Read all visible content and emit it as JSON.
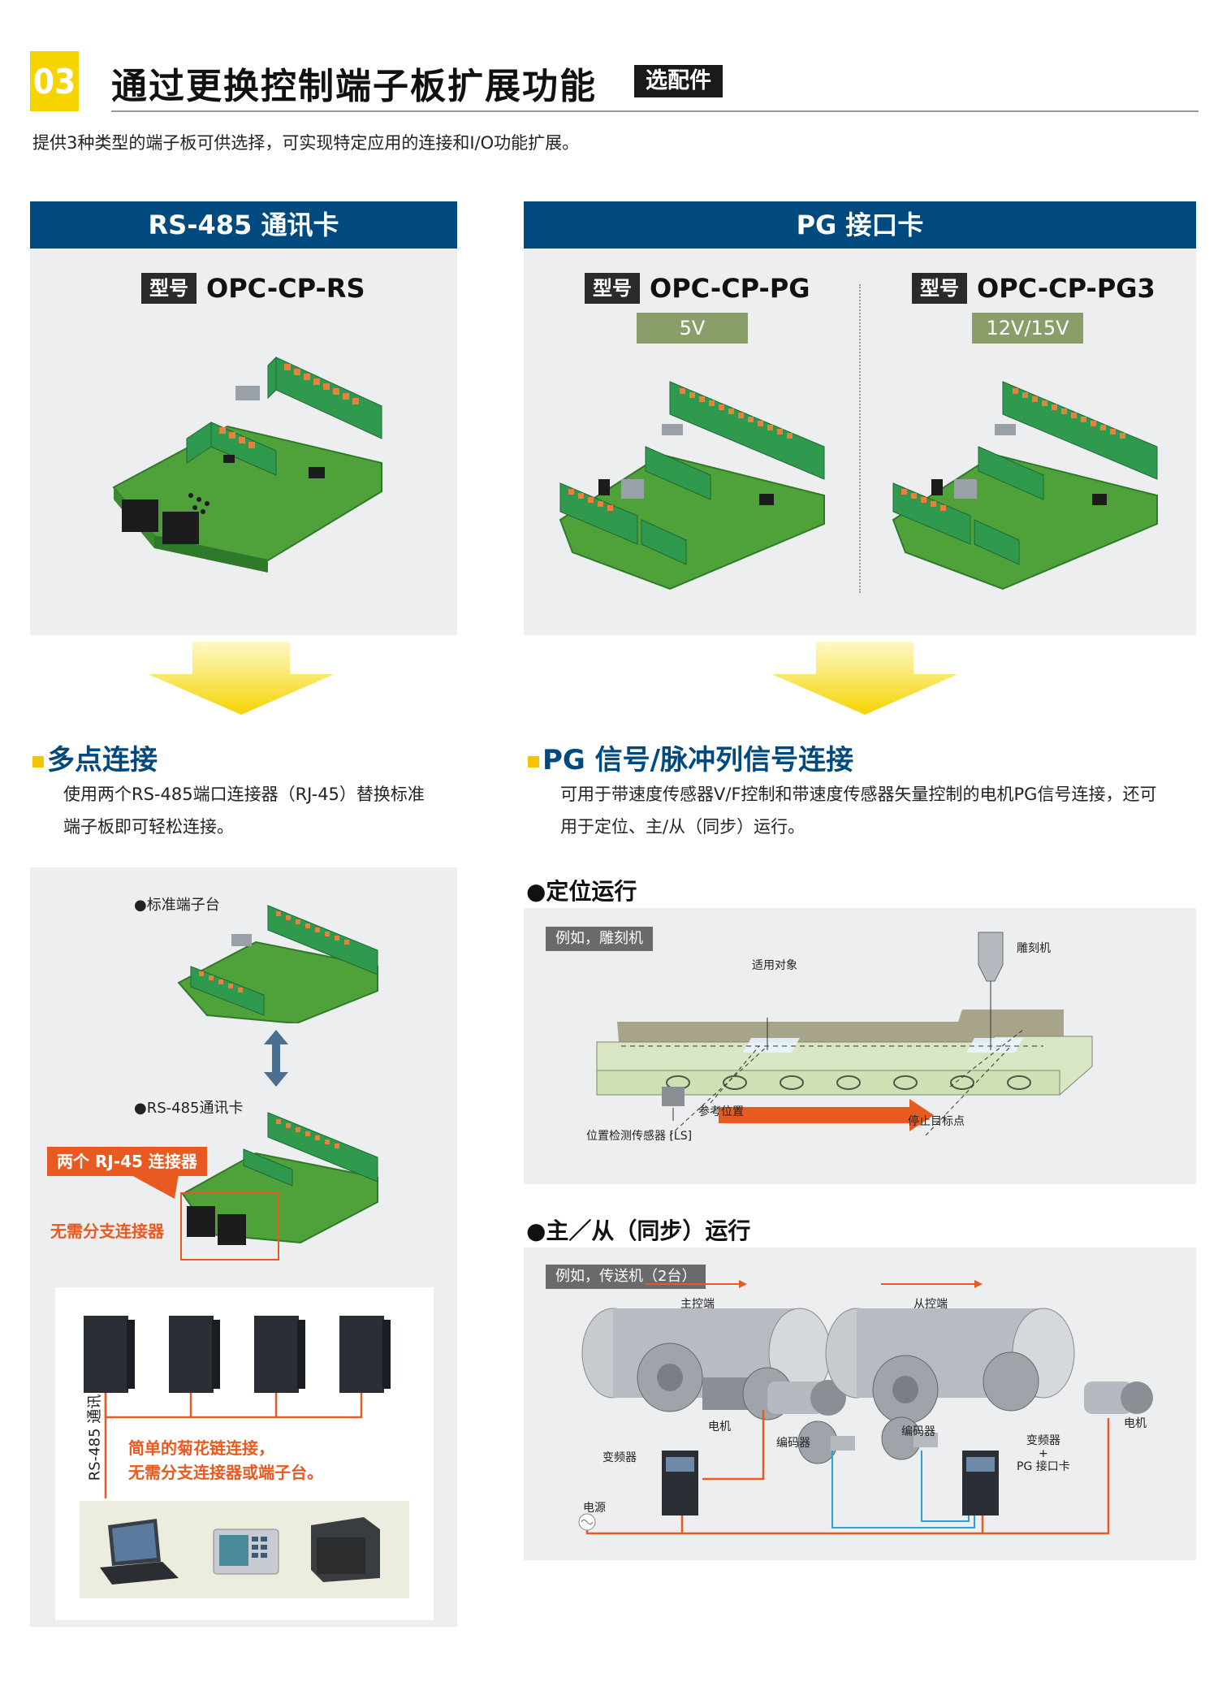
{
  "header": {
    "section_number": "03",
    "title": "通过更换控制端子板扩展功能",
    "badge": "选配件",
    "intro": "提供3种类型的端子板可供选择，可实现特定应用的连接和I/O功能扩展。"
  },
  "left": {
    "bar_title": "RS-485 通讯卡",
    "model_tag": "型号",
    "model": "OPC-CP-RS",
    "feature_title": "多点连接",
    "feature_text_1": "使用两个RS-485端口连接器（RJ-45）替换标准",
    "feature_text_2": "端子板即可轻松连接。",
    "compare": {
      "standard_label": "●标准端子台",
      "rs485_label": "●RS-485通讯卡",
      "rj45_tag": "两个 RJ-45 连接器",
      "no_branch": "无需分支连接器",
      "daisy_1": "简单的菊花链连接，",
      "daisy_2": "无需分支连接器或端子台。",
      "rs485_vertical": "RS-485 通讯"
    }
  },
  "right": {
    "bar_title": "PG 接口卡",
    "model_tag": "型号",
    "model_a": "OPC-CP-PG",
    "volt_a": "5V",
    "model_b": "OPC-CP-PG3",
    "volt_b": "12V/15V",
    "feature_title": "PG 信号/脉冲列信号连接",
    "feature_text_1": "可用于带速度传感器V/F控制和带速度传感器矢量控制的电机PG信号连接，还可",
    "feature_text_2": "用于定位、主/从（同步）运行。",
    "positioning": {
      "heading": "●定位运行",
      "example": "例如，雕刻机",
      "target": "适用对象",
      "engraver": "雕刻机",
      "ref_pos": "参考位置",
      "stop_pos": "停止目标点",
      "sensor": "位置检测传感器 [LS]"
    },
    "sync": {
      "heading": "●主／从（同步）运行",
      "example": "例如，传送机（2台）",
      "master": "主控端",
      "slave": "从控端",
      "motor_1": "电机",
      "motor_2": "电机",
      "encoder_1": "编码器",
      "encoder_2": "编码器",
      "inverter": "变频器",
      "inverter_pg_1": "变频器",
      "inverter_pg_2": "+",
      "inverter_pg_3": "PG 接口卡",
      "power": "电源"
    }
  },
  "colors": {
    "blue": "#004a80",
    "yellow": "#f5d400",
    "orange": "#e85a20",
    "pcb_green": "#4fa23a",
    "connector_green": "#2f9a4e"
  }
}
